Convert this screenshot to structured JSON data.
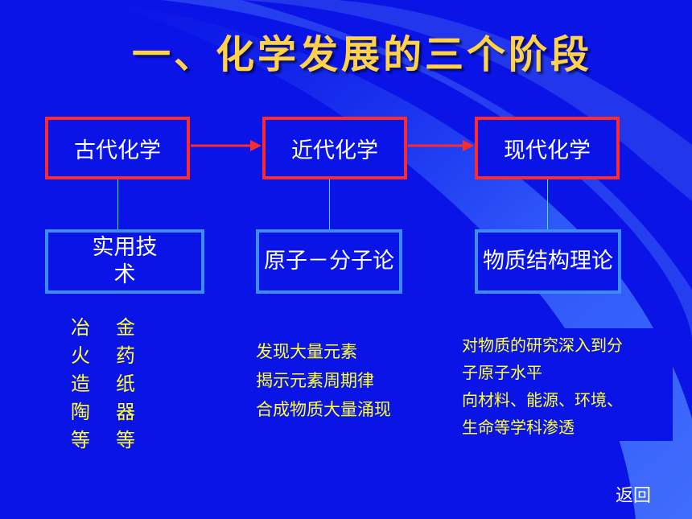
{
  "title": "一、化学发展的三个阶段",
  "stages": [
    {
      "label": "古代化学",
      "theory_lines": [
        "实用技",
        "术"
      ],
      "desc_lines": [
        [
          "冶",
          "金"
        ],
        [
          "火",
          "药"
        ],
        [
          "造",
          "纸"
        ],
        [
          "陶",
          "器"
        ],
        [
          "等",
          "等"
        ]
      ]
    },
    {
      "label": "近代化学",
      "theory_lines": [
        "原子－分子论"
      ],
      "desc_lines": [
        "发现大量元素",
        "揭示元素周期律",
        "合成物质大量涌现"
      ]
    },
    {
      "label": "现代化学",
      "theory_lines": [
        "物质结构理论"
      ],
      "desc_lines": [
        "对物质的研究深入到分",
        "子原子水平",
        "向材料、能源、环境、",
        "生命等学科渗透"
      ]
    }
  ],
  "back_label": "返回",
  "colors": {
    "background": "#0a14e6",
    "stage_border": "#ff2a2a",
    "theory_border": "#3a8cff",
    "title": "#ffd24a",
    "desc_text": "#ffff33",
    "arrow": "#ff2a2a"
  }
}
